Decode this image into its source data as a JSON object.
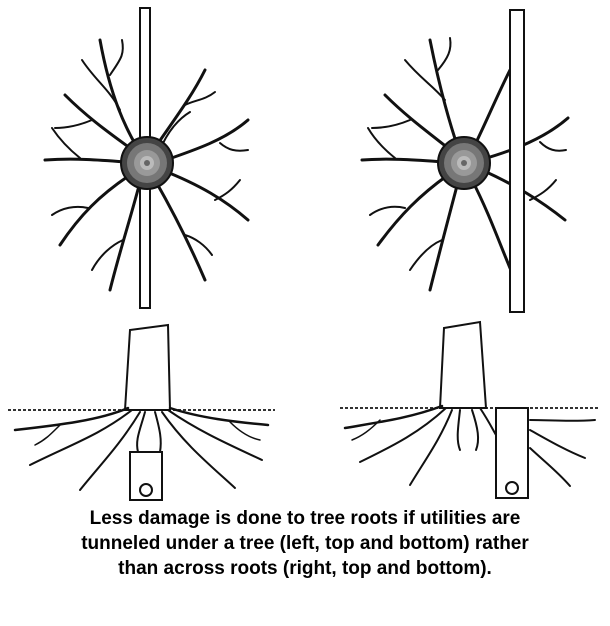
{
  "caption": {
    "line1": "Less damage is done to tree roots if utilities are",
    "line2": "tunneled under a tree (left, top and bottom) rather",
    "line3": "than across roots (right, top and bottom)."
  },
  "colors": {
    "ink": "#111111",
    "trunk_fill": "#ffffff",
    "ground": "#333333"
  }
}
